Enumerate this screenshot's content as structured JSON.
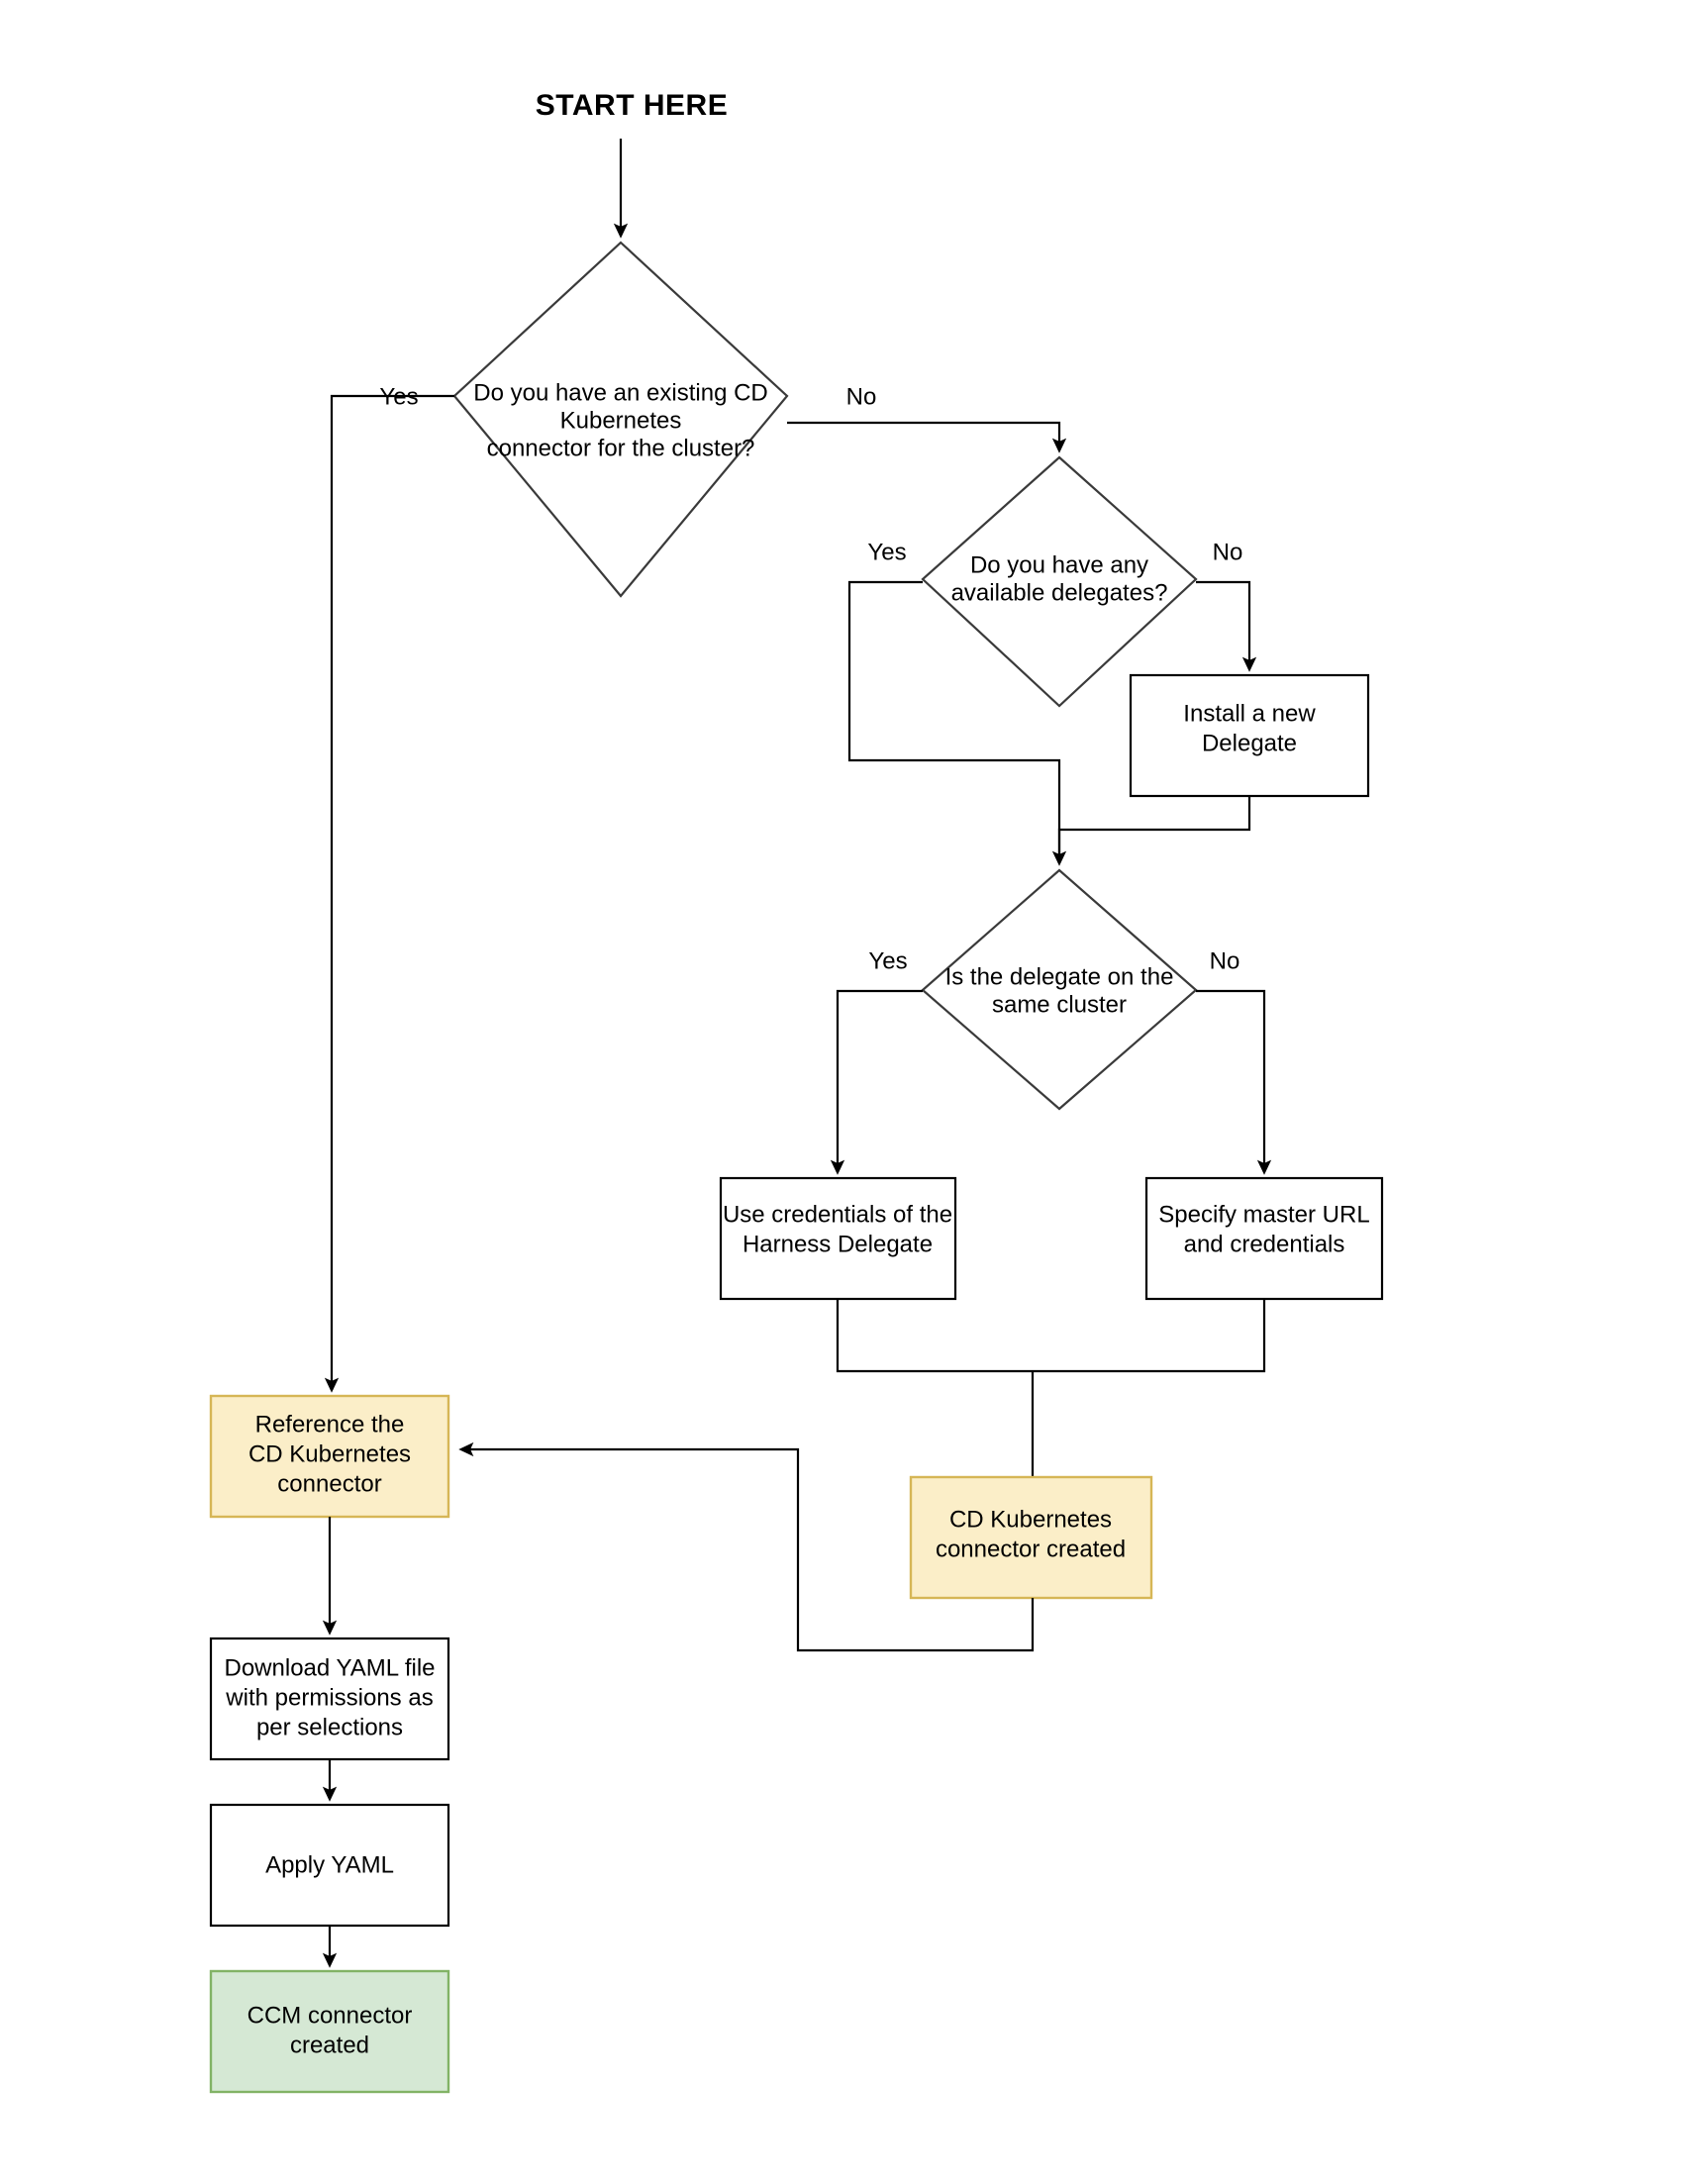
{
  "diagram": {
    "title_marker": "START HERE",
    "type": "flowchart",
    "background": "#ffffff",
    "colors": {
      "line": "#000000",
      "diamond_stroke": "#3a3a3a",
      "box_stroke": "#000000",
      "yellow_fill": "#fbeec8",
      "yellow_stroke": "#d6b656",
      "green_fill": "#d5e8d4",
      "green_stroke": "#82b366",
      "text": "#000000"
    },
    "nodes": [
      {
        "id": "start",
        "kind": "start-label",
        "label": "START HERE"
      },
      {
        "id": "d1",
        "kind": "decision",
        "lines": [
          "Do you have an existing CD",
          "Kubernetes",
          "connector for the cluster?"
        ]
      },
      {
        "id": "d2",
        "kind": "decision",
        "lines": [
          "Do you have any",
          "available delegates?"
        ]
      },
      {
        "id": "p_install",
        "kind": "process",
        "lines": [
          "Install a new",
          "Delegate"
        ]
      },
      {
        "id": "d3",
        "kind": "decision",
        "lines": [
          "Is the delegate on the",
          "same cluster"
        ]
      },
      {
        "id": "p_creds",
        "kind": "process",
        "lines": [
          "Use credentials of the",
          "Harness Delegate"
        ]
      },
      {
        "id": "p_master",
        "kind": "process",
        "lines": [
          "Specify master URL",
          "and credentials"
        ]
      },
      {
        "id": "p_reference",
        "kind": "process-yellow",
        "lines": [
          "Reference the",
          "CD Kubernetes",
          "connector"
        ]
      },
      {
        "id": "p_cd_created",
        "kind": "process-yellow",
        "lines": [
          "CD Kubernetes",
          "connector created"
        ]
      },
      {
        "id": "p_download",
        "kind": "process",
        "lines": [
          "Download YAML file",
          "with permissions as",
          "per selections"
        ]
      },
      {
        "id": "p_apply",
        "kind": "process",
        "lines": [
          "Apply YAML"
        ]
      },
      {
        "id": "p_ccm_created",
        "kind": "process-green",
        "lines": [
          "CCM connector",
          "created"
        ]
      }
    ],
    "edge_labels": {
      "d1_yes": "Yes",
      "d1_no": "No",
      "d2_yes": "Yes",
      "d2_no": "No",
      "d3_yes": "Yes",
      "d3_no": "No"
    },
    "edges": [
      {
        "from": "start",
        "to": "d1",
        "label": ""
      },
      {
        "from": "d1",
        "to": "p_reference",
        "label": "Yes"
      },
      {
        "from": "d1",
        "to": "d2",
        "label": "No"
      },
      {
        "from": "d2",
        "to": "d3",
        "label": "Yes"
      },
      {
        "from": "d2",
        "to": "p_install",
        "label": "No"
      },
      {
        "from": "p_install",
        "to": "d3",
        "label": ""
      },
      {
        "from": "d3",
        "to": "p_creds",
        "label": "Yes"
      },
      {
        "from": "d3",
        "to": "p_master",
        "label": "No"
      },
      {
        "from": "p_creds",
        "to": "p_cd_created",
        "label": ""
      },
      {
        "from": "p_master",
        "to": "p_cd_created",
        "label": ""
      },
      {
        "from": "p_cd_created",
        "to": "p_reference",
        "label": ""
      },
      {
        "from": "p_reference",
        "to": "p_download",
        "label": ""
      },
      {
        "from": "p_download",
        "to": "p_apply",
        "label": ""
      },
      {
        "from": "p_apply",
        "to": "p_ccm_created",
        "label": ""
      }
    ]
  }
}
